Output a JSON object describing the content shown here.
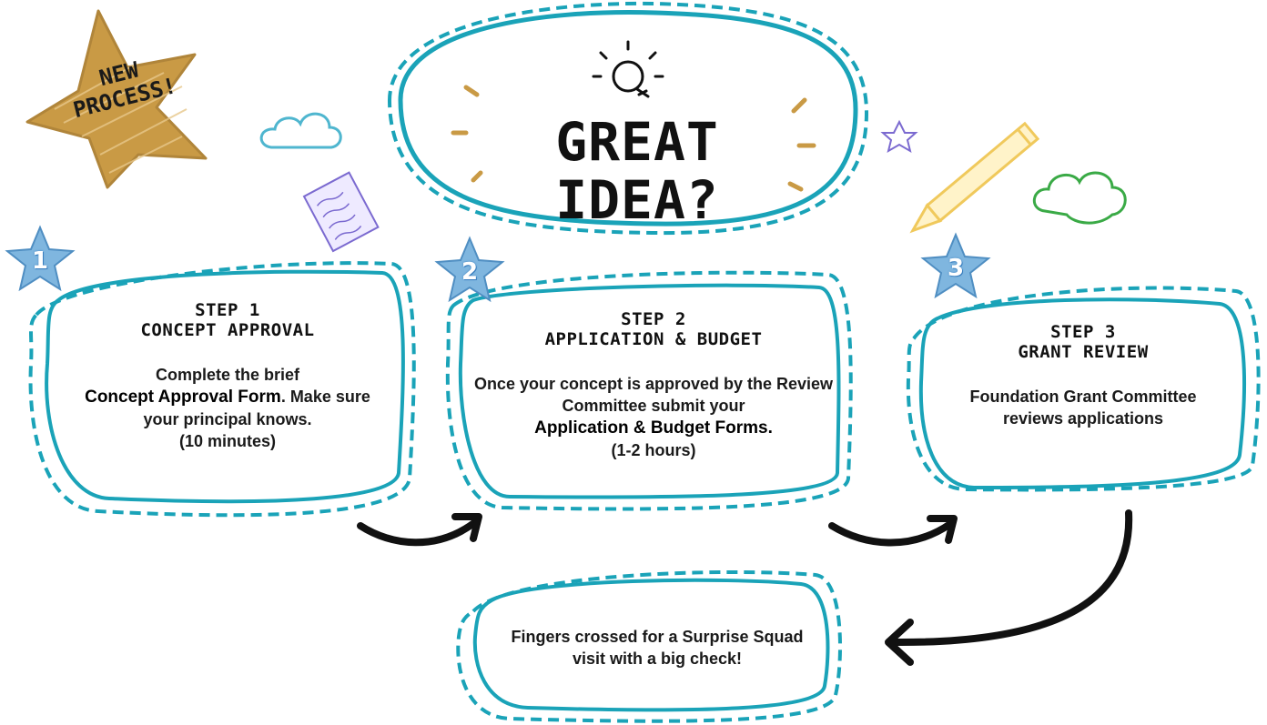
{
  "headline": "GREAT IDEA?",
  "badge": {
    "line1": "NEW",
    "line2": "PROCESS!"
  },
  "steps": [
    {
      "number": "1",
      "title_line1": "STEP 1",
      "title_line2": "CONCEPT APPROVAL",
      "body_pre": "Complete the brief",
      "body_strong": "Concept Approval Form",
      "body_post": ". Make sure your principal knows.",
      "duration": "(10 minutes)"
    },
    {
      "number": "2",
      "title_line1": "STEP 2",
      "title_line2": "APPLICATION & BUDGET",
      "body_pre": "Once your concept is approved by the Review Committee submit your",
      "body_strong": "Application & Budget Forms.",
      "duration": "(1-2 hours)"
    },
    {
      "number": "3",
      "title_line1": "STEP 3",
      "title_line2": "GRANT REVIEW",
      "body": "Foundation Grant Committee reviews applications"
    }
  ],
  "final": {
    "body": "Fingers crossed for a Surprise Squad visit with a big check!"
  },
  "colors": {
    "teal": "#1aa3b8",
    "gold": "#c99a45",
    "star_blue": "#7fb6df",
    "pencil": "#f0c95c",
    "cloud_green": "#3aaa46",
    "cloud_blue": "#4fb6cf",
    "purple": "#7b6ad0",
    "arrow": "#111111"
  }
}
